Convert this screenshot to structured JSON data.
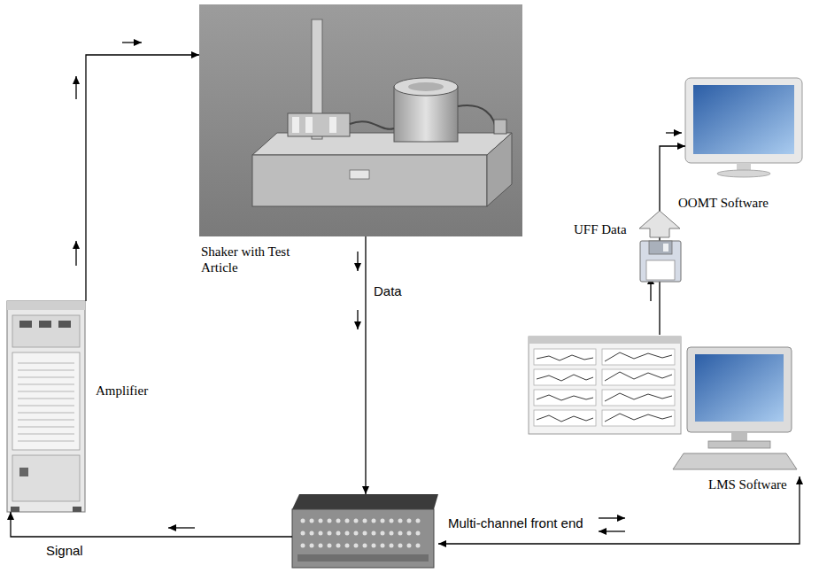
{
  "diagram": {
    "nodes": [
      {
        "text": [
          "Shaker with Test Article"
        ]
      },
      {
        "text": [
          "Amplifier"
        ]
      },
      {
        "text": [
          "Multi-channel front end"
        ]
      },
      {
        "text": [
          "LMS Software"
        ]
      },
      {
        "text": [
          "OOMT Software"
        ]
      }
    ],
    "edges": [
      {
        "from": 0,
        "to": 2,
        "arrow": "to",
        "label": "Data"
      },
      {
        "from": 2,
        "to": 1,
        "arrow": "to",
        "label": "Signal"
      },
      {
        "from": 1,
        "to": 0,
        "arrow": "to"
      },
      {
        "from": 2,
        "to": 3,
        "arrow": "both"
      },
      {
        "from": 3,
        "to": 4,
        "arrow": "to",
        "label": "UFF Data"
      }
    ]
  }
}
